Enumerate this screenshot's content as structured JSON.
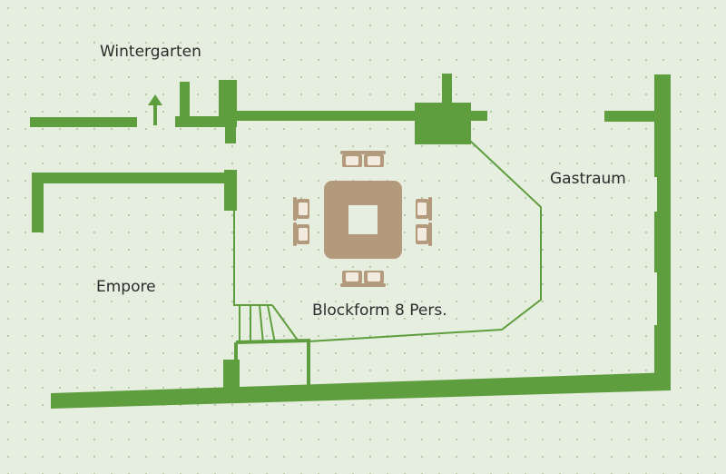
{
  "labels": {
    "wintergarten": "Wintergarten",
    "gastraum": "Gastraum",
    "empore": "Empore",
    "table_setup": "Blockform 8 Pers."
  },
  "colors": {
    "background": "#e6eedf",
    "dots": "#a9bd99",
    "wall": "#5f9e3f",
    "table": "#b49a7d",
    "chair": "#b49a7d",
    "chair_seat": "#f3ebe0",
    "text": "#2c2c2c"
  },
  "icons": {
    "entrance_arrow": "arrow-up-icon",
    "chair": "chair-icon"
  },
  "table": {
    "shape": "Blockform",
    "seats": 8
  }
}
